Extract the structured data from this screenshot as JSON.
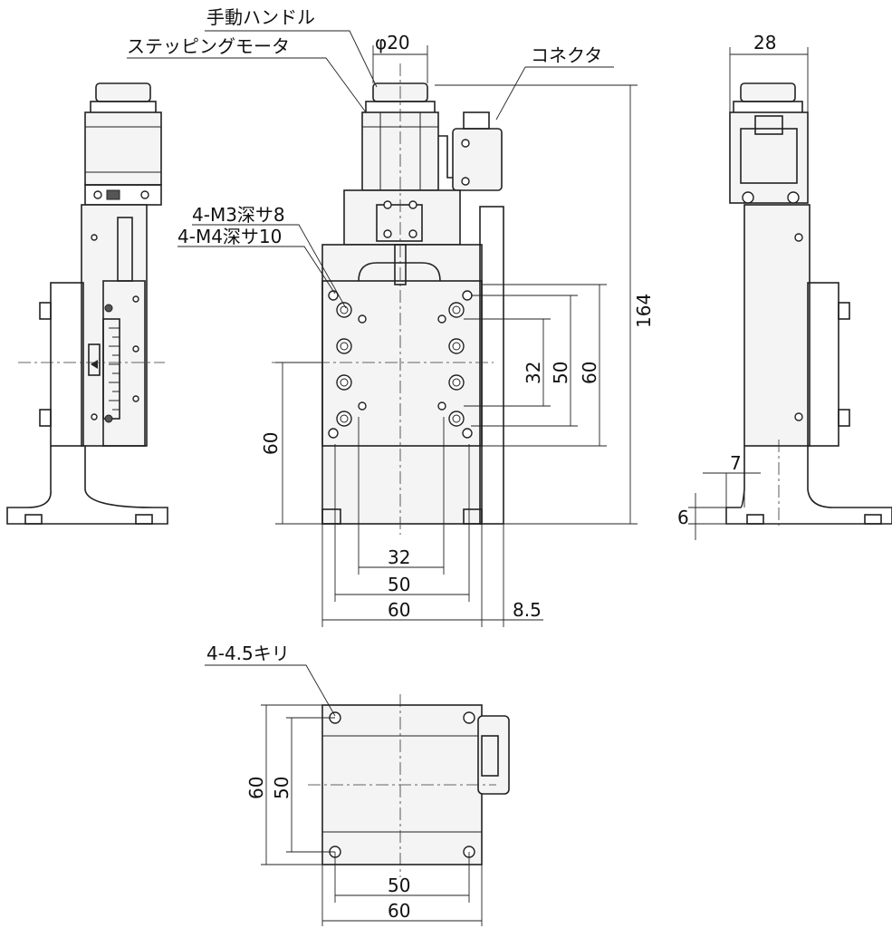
{
  "callouts": {
    "manual_handle": "手動ハンドル",
    "stepping_motor": "ステッピングモータ",
    "connector": "コネクタ",
    "tap_m3": "4-M3深サ8",
    "tap_m4": "4-M4深サ10",
    "through_holes": "4-4.5キリ"
  },
  "dimensions": {
    "handle_dia": "φ20",
    "width_28": "28",
    "height_164": "164",
    "front_v32": "32",
    "front_v50": "50",
    "front_v60": "60",
    "front_left60": "60",
    "front_h32": "32",
    "front_h50": "50",
    "front_h60": "60",
    "offset_85": "8.5",
    "side_7": "7",
    "side_6": "6",
    "bottom_v60": "60",
    "bottom_v50": "50",
    "bottom_h50": "50",
    "bottom_h60": "60"
  }
}
